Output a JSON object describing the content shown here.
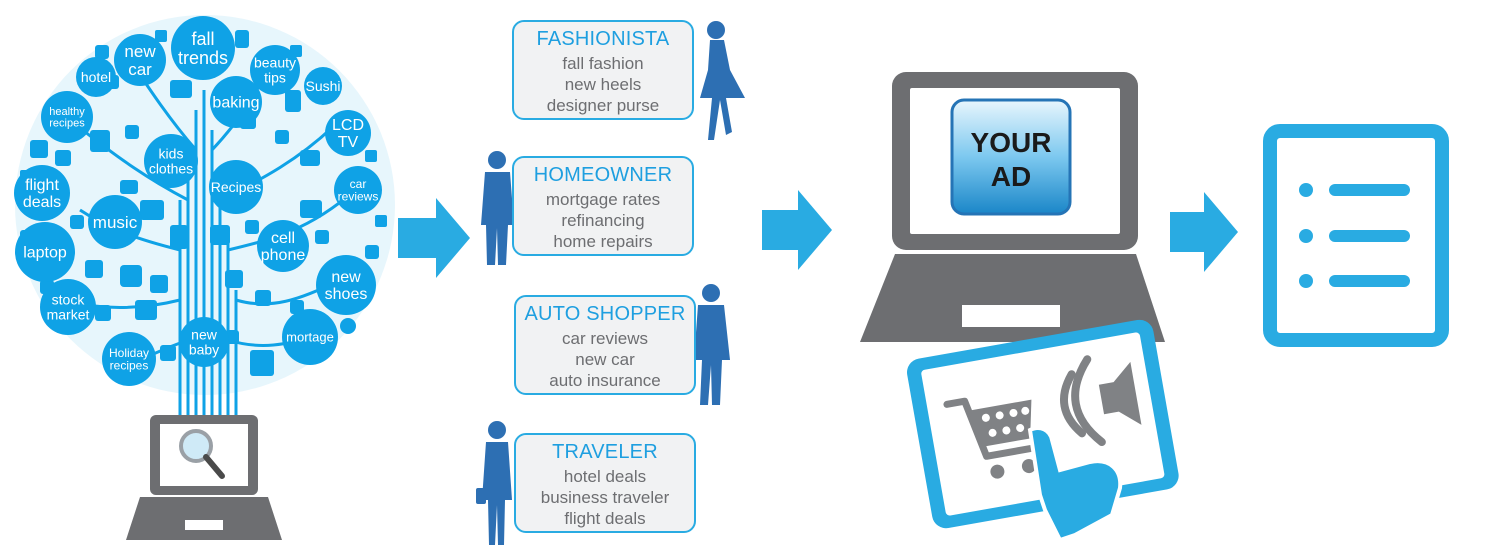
{
  "colors": {
    "accent": "#29abe2",
    "bubble": "#0fa2e6",
    "laptop_gray": "#6d6e71",
    "card_bg": "#f1f2f3",
    "title_blue": "#1e9fe0",
    "silhouette": "#2d6fb3"
  },
  "tree_bubbles": [
    {
      "id": "fall-trends",
      "lines": [
        "fall",
        "trends"
      ]
    },
    {
      "id": "new-car",
      "lines": [
        "new",
        "car"
      ]
    },
    {
      "id": "beauty-tips",
      "lines": [
        "beauty",
        "tips"
      ]
    },
    {
      "id": "hotel",
      "lines": [
        "hotel"
      ]
    },
    {
      "id": "sushi",
      "lines": [
        "Sushi"
      ]
    },
    {
      "id": "baking",
      "lines": [
        "baking"
      ]
    },
    {
      "id": "healthy-recipes",
      "lines": [
        "healthy",
        "recipes"
      ]
    },
    {
      "id": "lcd-tv",
      "lines": [
        "LCD",
        "TV"
      ]
    },
    {
      "id": "kids-clothes",
      "lines": [
        "kids",
        "clothes"
      ]
    },
    {
      "id": "flight-deals",
      "lines": [
        "flight",
        "deals"
      ]
    },
    {
      "id": "recipes",
      "lines": [
        "Recipes"
      ]
    },
    {
      "id": "car-reviews",
      "lines": [
        "car",
        "reviews"
      ]
    },
    {
      "id": "music",
      "lines": [
        "music"
      ]
    },
    {
      "id": "laptop",
      "lines": [
        "laptop"
      ]
    },
    {
      "id": "cell-phone",
      "lines": [
        "cell",
        "phone"
      ]
    },
    {
      "id": "new-shoes",
      "lines": [
        "new",
        "shoes"
      ]
    },
    {
      "id": "stock-market",
      "lines": [
        "stock",
        "market"
      ]
    },
    {
      "id": "new-baby",
      "lines": [
        "new",
        "baby"
      ]
    },
    {
      "id": "mortage",
      "lines": [
        "mortage"
      ]
    },
    {
      "id": "holiday-recipes",
      "lines": [
        "Holiday",
        "recipes"
      ]
    }
  ],
  "personas": [
    {
      "id": "fashionista",
      "title": "FASHIONISTA",
      "lines": [
        "fall fashion",
        "new heels",
        "designer purse"
      ]
    },
    {
      "id": "homeowner",
      "title": "HOMEOWNER",
      "lines": [
        "mortgage rates",
        "refinancing",
        "home repairs"
      ]
    },
    {
      "id": "auto-shopper",
      "title": "AUTO SHOPPER",
      "lines": [
        "car reviews",
        "new car",
        "auto insurance"
      ]
    },
    {
      "id": "traveler",
      "title": "TRAVELER",
      "lines": [
        "hotel deals",
        "business traveler",
        "flight deals"
      ]
    }
  ],
  "ad": {
    "line1": "YOUR",
    "line2": "AD"
  }
}
